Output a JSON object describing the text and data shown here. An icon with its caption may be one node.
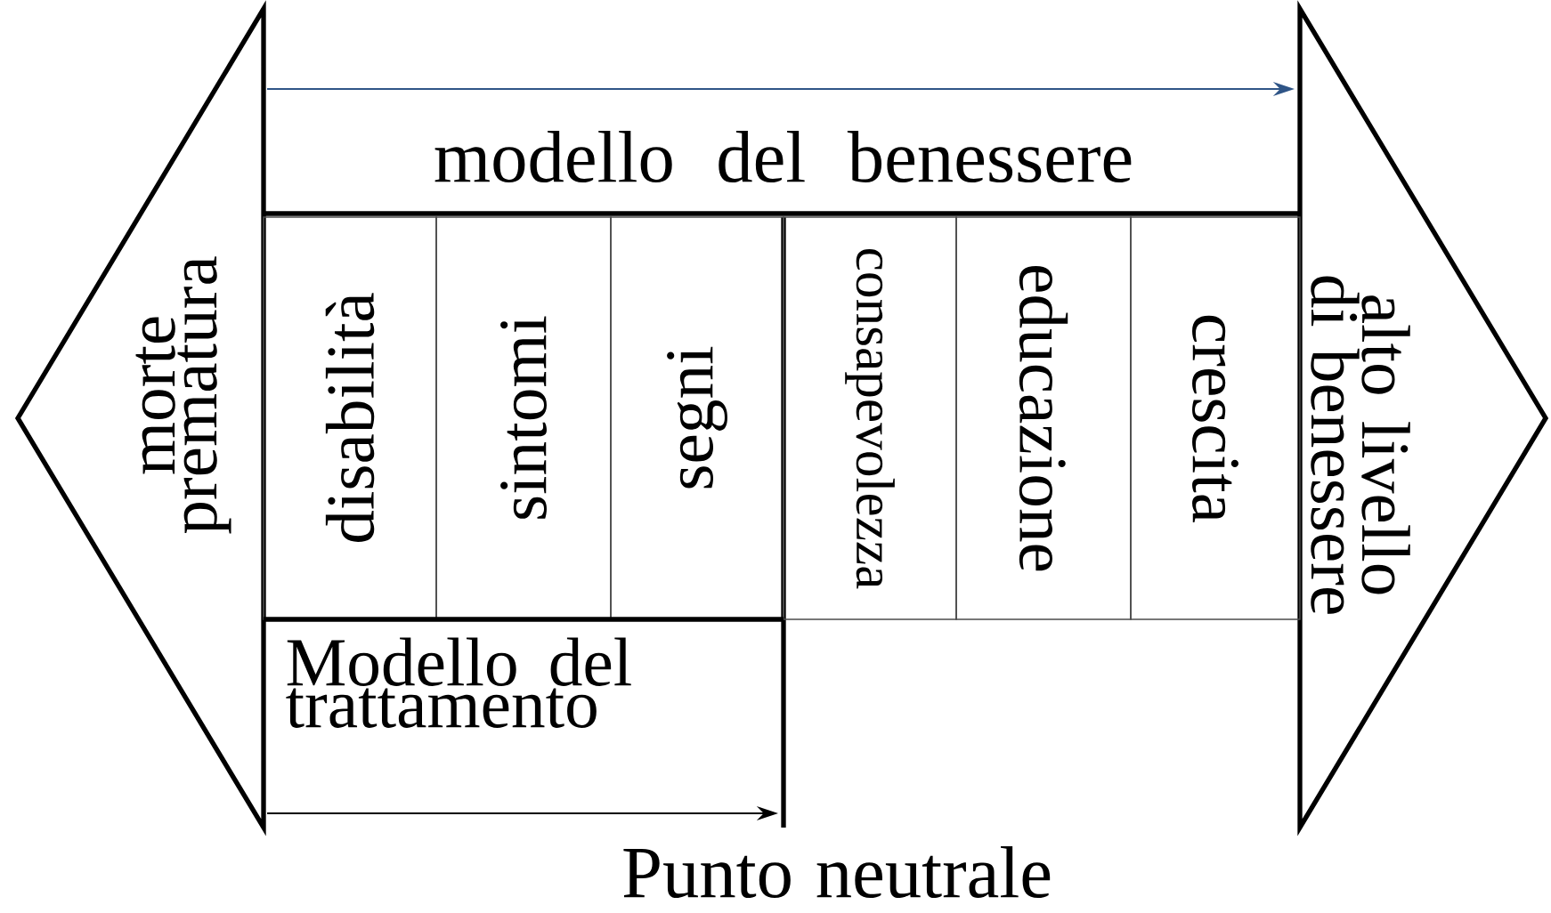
{
  "diagram": {
    "nodes": [
      {
        "text": [
          "morte prematura"
        ]
      },
      {
        "text": [
          "alto livello di benessere"
        ]
      },
      {
        "text": [
          "modello del benessere"
        ]
      },
      {
        "text": [
          "disabilità"
        ]
      },
      {
        "text": [
          "sintomi"
        ]
      },
      {
        "text": [
          "segni"
        ]
      },
      {
        "text": [
          "consapevolezza"
        ]
      },
      {
        "text": [
          "educazione"
        ]
      },
      {
        "text": [
          "crescita"
        ]
      },
      {
        "text": [
          "Modello del trattamento"
        ]
      }
    ],
    "edges": [
      {
        "from": 0,
        "to": 1,
        "arrow": "to",
        "color": "#2f5587"
      }
    ],
    "labels": [
      "Punto neutrale"
    ]
  }
}
